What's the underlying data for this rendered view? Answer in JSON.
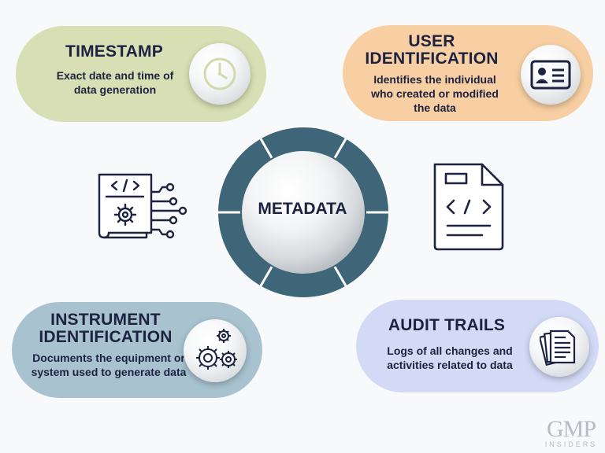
{
  "center": {
    "label": "METADATA"
  },
  "cards": {
    "timestamp": {
      "title": "TIMESTAMP",
      "desc": [
        "Exact date and time of",
        "data generation"
      ]
    },
    "user": {
      "title": [
        "USER",
        "IDENTIFICATION"
      ],
      "desc": [
        "Identifies the individual",
        "who created or modified",
        "the data"
      ]
    },
    "instrument": {
      "title": [
        "INSTRUMENT",
        "IDENTIFICATION"
      ],
      "desc": [
        "Documents the equipment or",
        "system used to generate data"
      ]
    },
    "audit": {
      "title": "AUDIT TRAILS",
      "desc": [
        "Logs of all changes and",
        "activities related to data"
      ]
    }
  },
  "colors": {
    "timestamp_bg": "#d8dfb4",
    "user_bg": "#f8cfa2",
    "instrument_bg": "#a8c2d0",
    "audit_bg": "#d2daf6",
    "ring": "#3f6678",
    "text": "#1c2240"
  },
  "icons": {
    "timestamp": "clock-icon",
    "user": "id-card-icon",
    "instrument": "gears-icon",
    "audit": "documents-icon",
    "left": "code-document-network-icon",
    "right": "code-file-icon"
  },
  "logo": {
    "big": "GMP",
    "small": "INSIDERS"
  }
}
